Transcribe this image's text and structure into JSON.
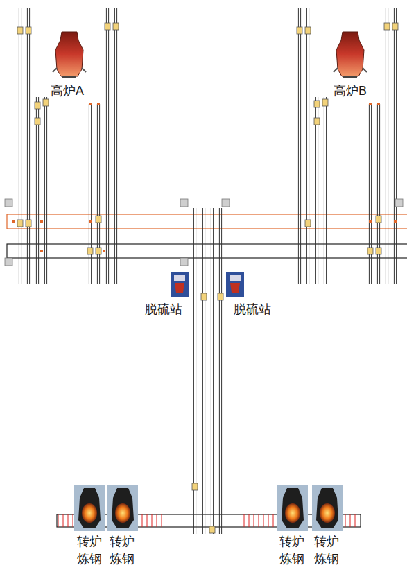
{
  "diagram": {
    "labels": [
      "高炉A",
      "高炉B",
      "脱硫站",
      "脱硫站",
      "转炉 炼钢",
      "转炉 炼钢",
      "转炉 炼钢",
      "转炉 炼钢"
    ]
  }
}
